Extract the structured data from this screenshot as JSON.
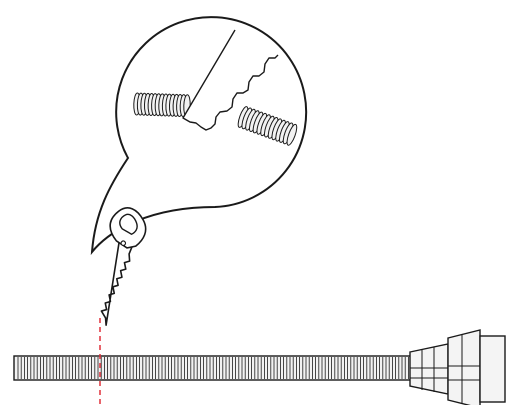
{
  "colors": {
    "line": "#1a1a1a",
    "fill": "#ffffff",
    "rib_fill": "#f2f2f2",
    "cut_line": "#e0303a",
    "connector_fill": "#f4f4f4"
  },
  "icons": {
    "saw": "hand-saw-icon",
    "magnifier": "callout-bubble",
    "cable": "corrugated-cable",
    "connector": "cable-connector"
  }
}
